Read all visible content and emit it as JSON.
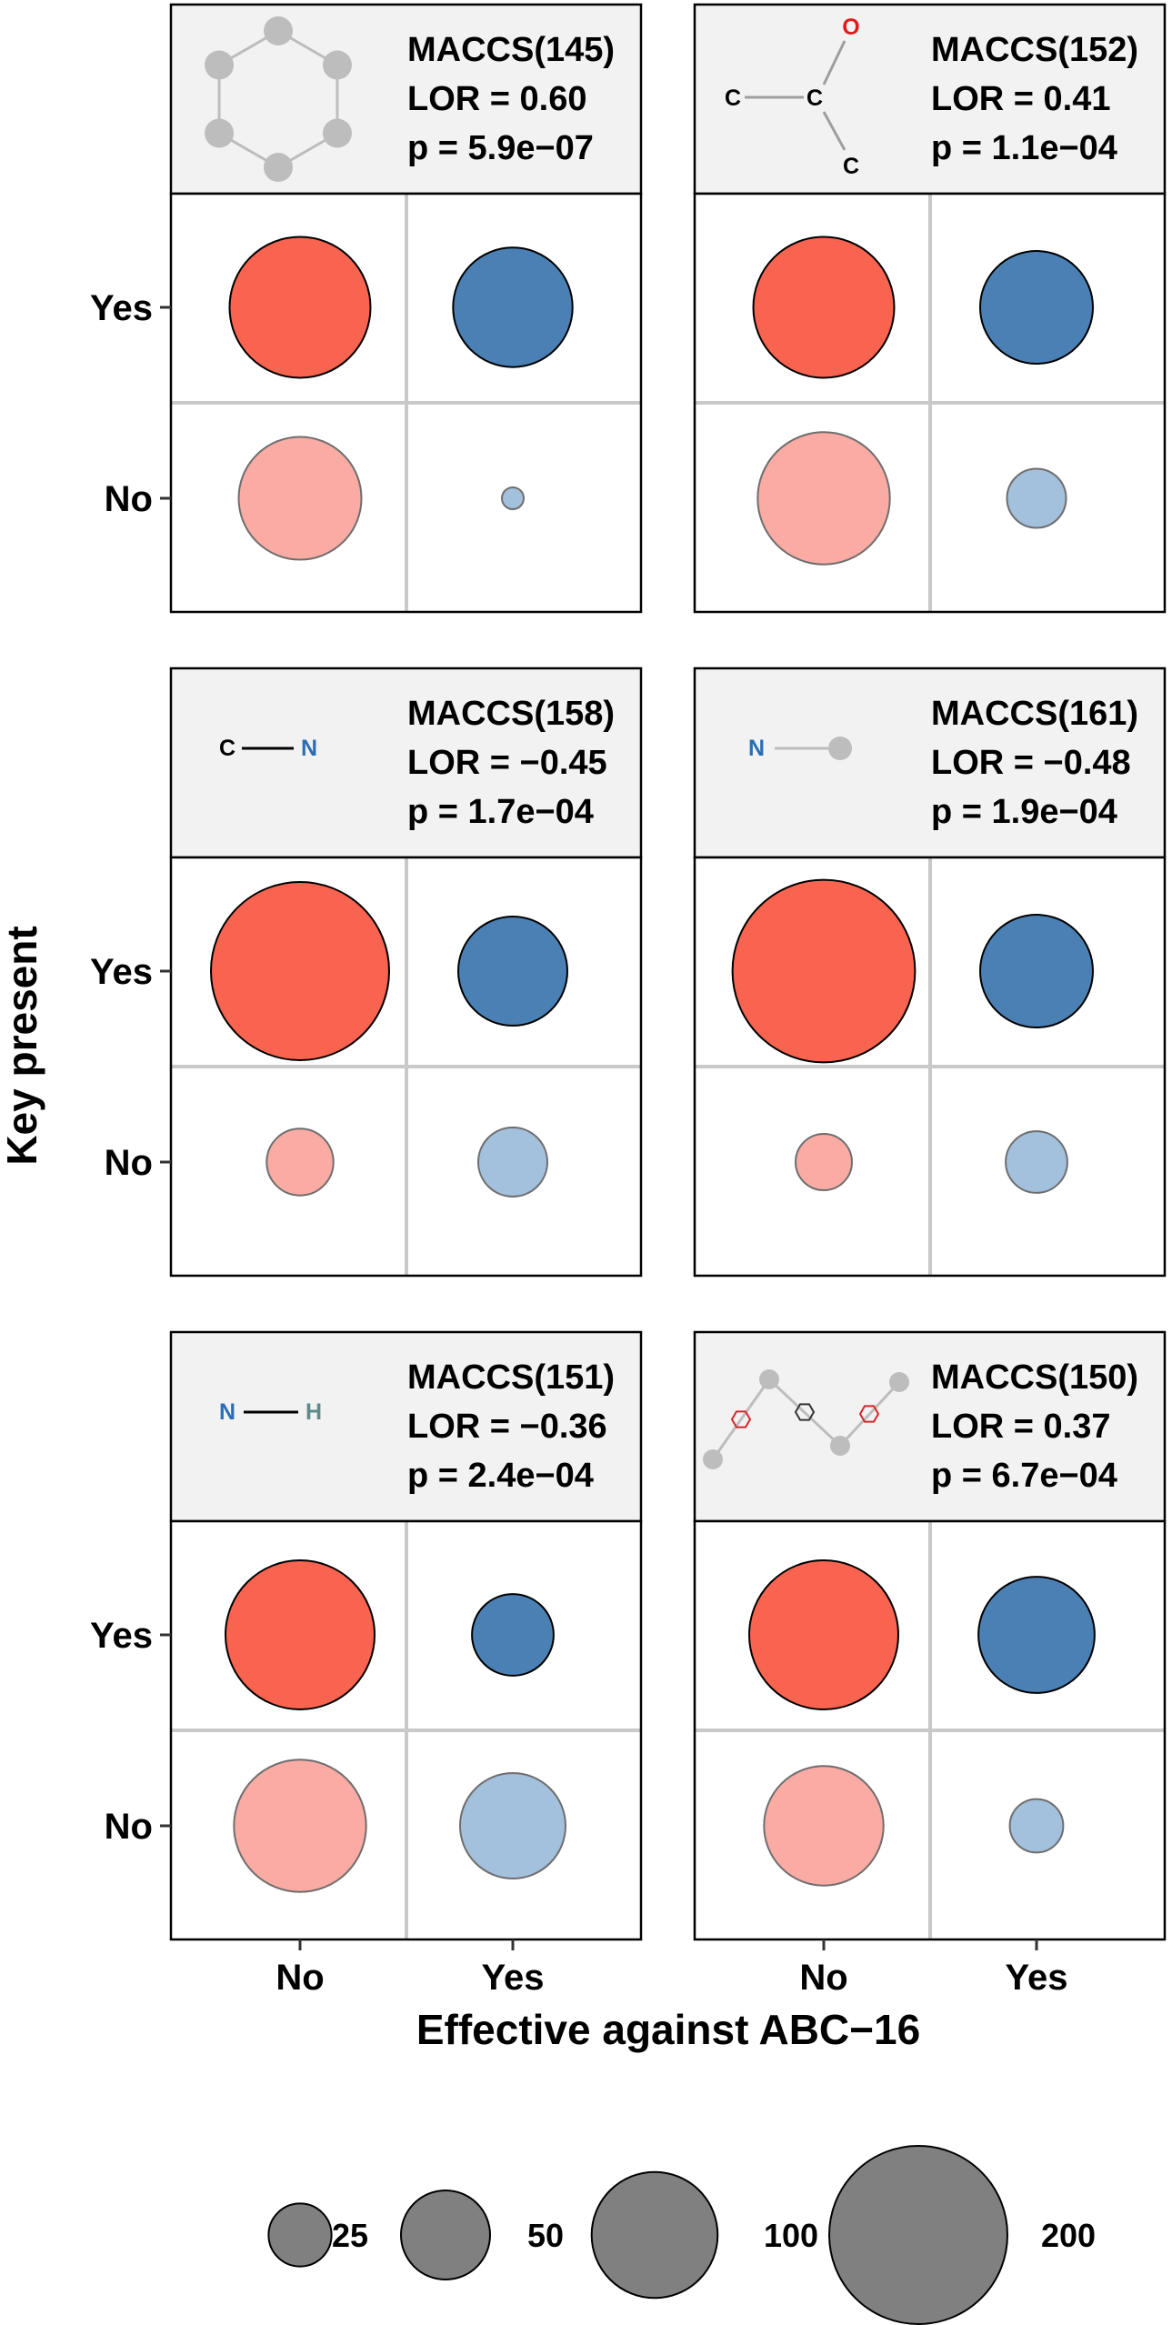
{
  "chart_data": {
    "type": "bubble-grid",
    "xlabel": "Effective against ABC−16",
    "ylabel": "Key present",
    "x_categories": [
      "No",
      "Yes"
    ],
    "y_categories": [
      "Yes",
      "No"
    ],
    "size_legend": [
      25,
      50,
      100,
      200
    ],
    "colors": {
      "effective_no_key_yes": "#f8644f",
      "effective_no_key_no": "#f9aba4",
      "effective_yes_key_yes": "#4a80b3",
      "effective_yes_key_no": "#a3c0dc",
      "legend": "#808080",
      "strip_bg": "#f2f2f2",
      "grid": "#c9c9c9",
      "nitrogen": "#2a6db5",
      "oxygen": "#e41a1c"
    },
    "panels": [
      {
        "key": "MACCS(145)",
        "lor": "LOR =  0.60",
        "p": "p = 5.9e−07",
        "motif": "ring",
        "atoms": [],
        "counts": {
          "no_yes": 125,
          "yes_yes": 90,
          "no_no": 95,
          "yes_no": 3
        }
      },
      {
        "key": "MACCS(152)",
        "lor": "LOR =  0.41",
        "p": "p = 1.1e−04",
        "motif": "carbonyl",
        "atoms": [
          "O",
          "C",
          "C",
          "C"
        ],
        "counts": {
          "no_yes": 125,
          "yes_yes": 80,
          "no_no": 110,
          "yes_no": 22
        }
      },
      {
        "key": "MACCS(158)",
        "lor": "LOR = −0.45",
        "p": "p = 1.7e−04",
        "motif": "cn",
        "atoms": [
          "C",
          "N"
        ],
        "counts": {
          "no_yes": 200,
          "yes_yes": 75,
          "no_no": 28,
          "yes_no": 30
        }
      },
      {
        "key": "MACCS(161)",
        "lor": "LOR = −0.48",
        "p": "p = 1.9e−04",
        "motif": "n-any",
        "atoms": [
          "N"
        ],
        "counts": {
          "no_yes": 210,
          "yes_yes": 80,
          "no_no": 20,
          "yes_no": 24
        }
      },
      {
        "key": "MACCS(151)",
        "lor": "LOR = −0.36",
        "p": "p = 2.4e−04",
        "motif": "nh",
        "atoms": [
          "N",
          "H"
        ],
        "counts": {
          "no_yes": 140,
          "yes_yes": 42,
          "no_no": 110,
          "yes_no": 70
        }
      },
      {
        "key": "MACCS(150)",
        "lor": "LOR =  0.37",
        "p": "p = 6.7e−04",
        "motif": "zigzag",
        "atoms": [],
        "counts": {
          "no_yes": 140,
          "yes_yes": 85,
          "no_no": 90,
          "yes_no": 18
        }
      }
    ]
  }
}
